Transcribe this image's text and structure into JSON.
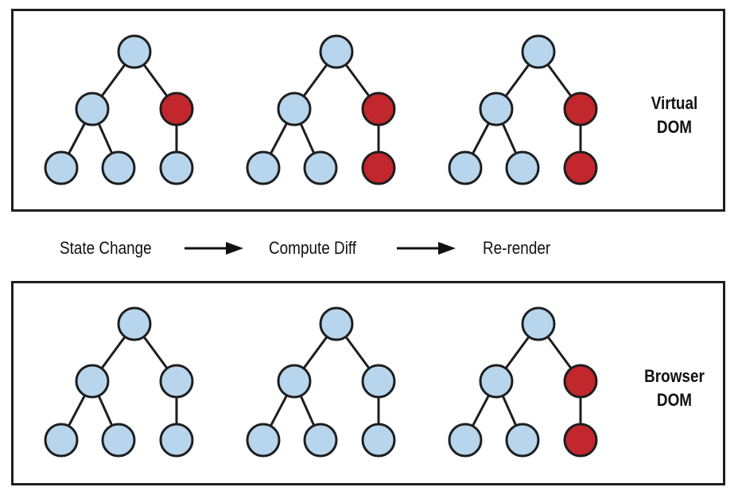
{
  "steps": [
    "State Change",
    "Compute Diff",
    "Re-render"
  ],
  "colors": {
    "normal_fill": "#b7d6ed",
    "changed_fill": "#c1272d",
    "stroke": "#1e1e1e",
    "line": "#1e1e1e"
  },
  "panels": [
    {
      "label_lines": [
        "Virtual",
        "DOM"
      ],
      "trees": [
        {
          "changed": [
            "right"
          ]
        },
        {
          "changed": [
            "right",
            "right-child"
          ]
        },
        {
          "changed": [
            "right",
            "right-child"
          ]
        }
      ]
    },
    {
      "label_lines": [
        "Browser",
        "DOM"
      ],
      "trees": [
        {
          "changed": []
        },
        {
          "changed": []
        },
        {
          "changed": [
            "right",
            "right-child"
          ]
        }
      ]
    }
  ]
}
